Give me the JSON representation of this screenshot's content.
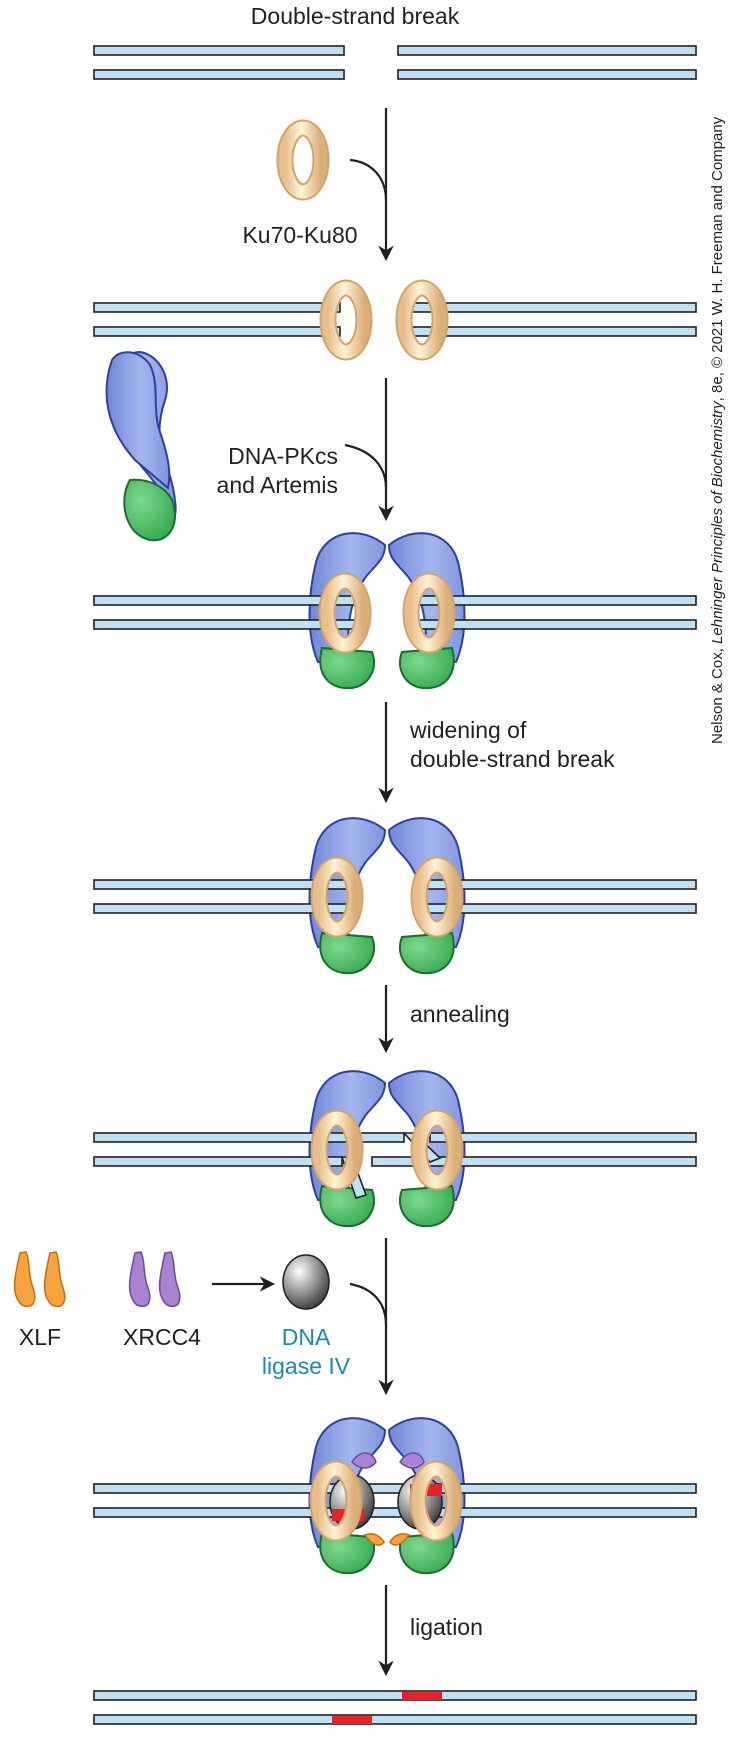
{
  "title": "Double-strand break",
  "labels": {
    "ku": "Ku70-Ku80",
    "dnapk_line1": "DNA-PKcs",
    "dnapk_line2": "and Artemis",
    "widening_line1": "widening of",
    "widening_line2": "double-strand break",
    "annealing": "annealing",
    "xlf": "XLF",
    "xrcc4": "XRCC4",
    "ligase_line1": "DNA",
    "ligase_line2": "ligase IV",
    "ligation": "ligation"
  },
  "credit": {
    "prefix": "Nelson & Cox, ",
    "book": "Lehninger Principles of Biochemistry",
    "suffix": ", 8e, © 2021 W. H. Freeman and Company"
  },
  "colors": {
    "dna_fill": "#bfe1f5",
    "dna_stroke": "#231f20",
    "ku_fill": "#fbe6bd",
    "ku_stroke": "#d3a36c",
    "dnapk_blue": "#7f96df",
    "dnapk_blue_stroke": "#2d3fa3",
    "artemis_green": "#3fb55a",
    "artemis_green_stroke": "#1c6b30",
    "xlf_orange": "#f7a340",
    "xrcc4_purple": "#a983d1",
    "ligase_gray": "#8a8a8a",
    "nick_red": "#e8202a",
    "ligase_label_blue": "#1a86c4"
  }
}
